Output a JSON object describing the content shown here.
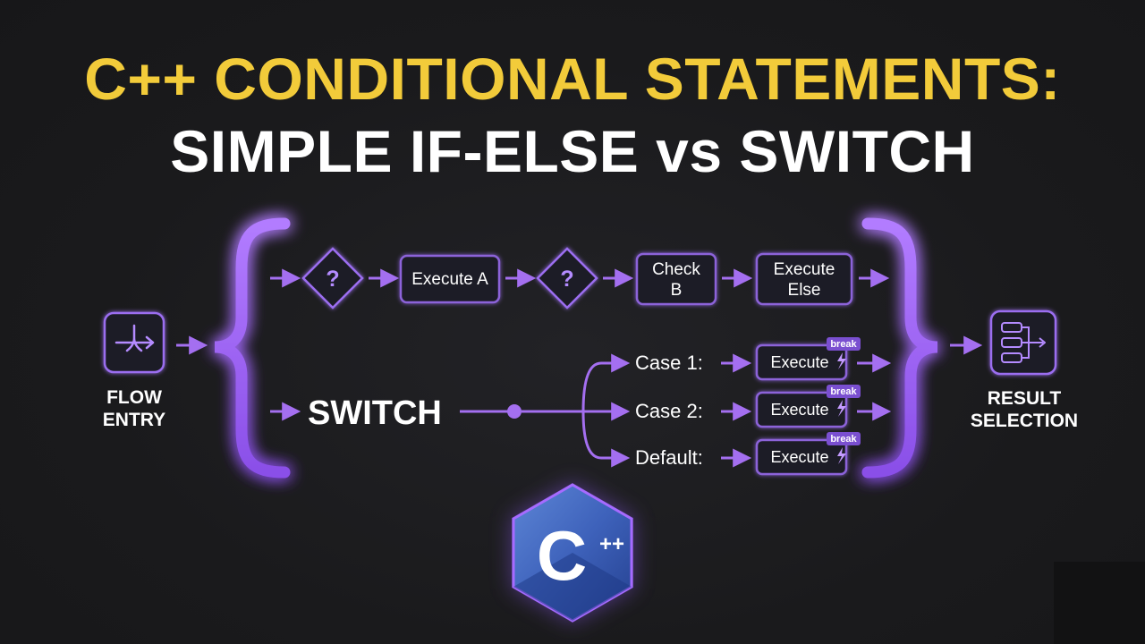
{
  "title": {
    "line1": "C++ CONDITIONAL STATEMENTS:",
    "line2": "SIMPLE IF-ELSE vs SWITCH"
  },
  "flow_entry": {
    "line1": "FLOW",
    "line2": "ENTRY",
    "icon": "merge-arrow-icon"
  },
  "result_selection": {
    "line1": "RESULT",
    "line2": "SELECTION",
    "icon": "flowchart-icon"
  },
  "if_else": {
    "decision1": "?",
    "execute_a": "Execute A",
    "decision2": "?",
    "check_b_line1": "Check",
    "check_b_line2": "B",
    "execute_else_line1": "Execute",
    "execute_else_line2": "Else"
  },
  "switch": {
    "label": "SWITCH",
    "cases": [
      {
        "label": "Case 1:",
        "action": "Execute",
        "badge": "break"
      },
      {
        "label": "Case 2:",
        "action": "Execute",
        "badge": "break"
      },
      {
        "label": "Default:",
        "action": "Execute",
        "badge": "break"
      }
    ]
  },
  "logo": {
    "letter": "C",
    "suffix": "++"
  },
  "colors": {
    "background": "#1b1b1d",
    "title_yellow": "#f2cb3a",
    "title_white": "#ffffff",
    "accent_purple": "#a66bff",
    "arrow_purple": "#9a63e6",
    "box_stroke": "#8c63d9",
    "logo_blue": "#3c5fb8"
  }
}
